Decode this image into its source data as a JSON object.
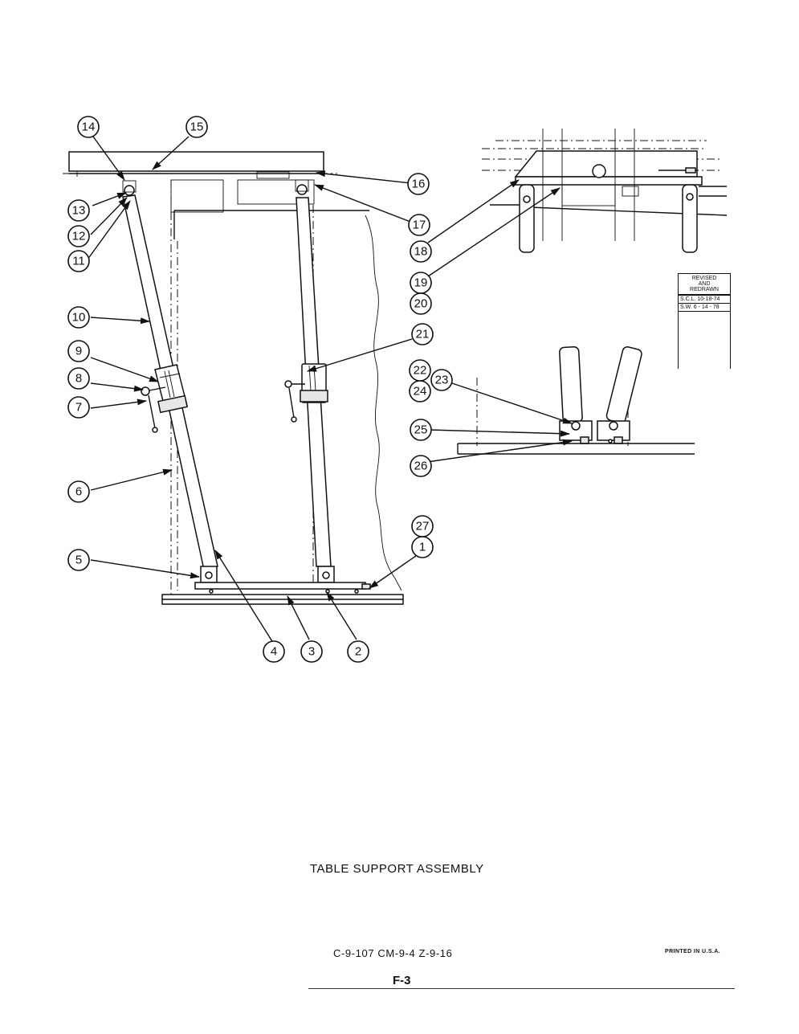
{
  "title": "TABLE SUPPORT ASSEMBLY",
  "drawing_numbers": "C-9-107  CM-9-4  Z-9-16",
  "printed_note": "PRINTED IN U.S.A.",
  "page_number": "F-3",
  "revision_block": {
    "heading": [
      "REVISED",
      "AND",
      "REDRAWN"
    ],
    "entries": [
      "S.C.L. 10-18-74",
      "S.W. 6 - 14 - 78"
    ]
  },
  "callouts": [
    "1",
    "2",
    "3",
    "4",
    "5",
    "6",
    "7",
    "8",
    "9",
    "10",
    "11",
    "12",
    "13",
    "14",
    "15",
    "16",
    "17",
    "18",
    "19",
    "20",
    "21",
    "22",
    "23",
    "24",
    "25",
    "26",
    "27"
  ]
}
